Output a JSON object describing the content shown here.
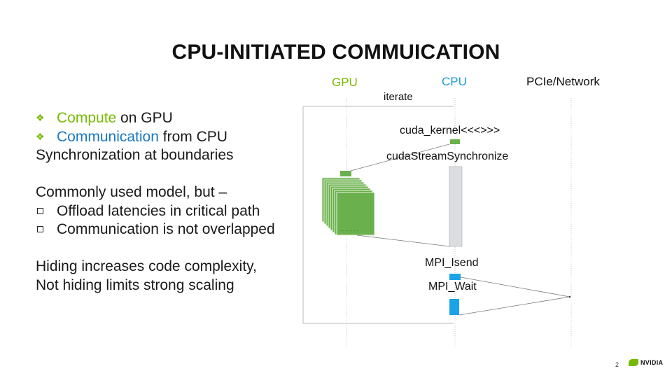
{
  "slide": {
    "title": "CPU-INITIATED COMMUICATION",
    "page_number": "2"
  },
  "bullets": {
    "b1_highlight": "Compute",
    "b1_rest": " on GPU",
    "b2_highlight": "Communication",
    "b2_rest": " from CPU",
    "line3": "Synchronization at boundaries",
    "line4": "Commonly used model, but –",
    "line5": "Offload latencies in critical path",
    "line6": "Communication is not overlapped",
    "line7": "Hiding increases code complexity,",
    "line8": "Not hiding limits strong scaling"
  },
  "diagram": {
    "lanes": {
      "gpu": "GPU",
      "cpu": "CPU",
      "network": "PCIe/Network"
    },
    "iterate": "iterate",
    "cuda_kernel": "cuda_kernel<<<>>>",
    "sync": "cudaStreamSynchronize",
    "isend": "MPI_Isend",
    "wait": "MPI_Wait"
  },
  "colors": {
    "accent_green": "#76b900",
    "kernel_green": "#6ab04c",
    "cpu_blue": "#1a9bd7",
    "mpi_blue": "#1aa3e8",
    "sync_gray": "#dcdde0"
  },
  "icons": [
    "diamond-bullet-icon",
    "checkbox-bullet-icon",
    "nvidia-logo-icon"
  ],
  "logo": {
    "text": "NVIDIA"
  }
}
